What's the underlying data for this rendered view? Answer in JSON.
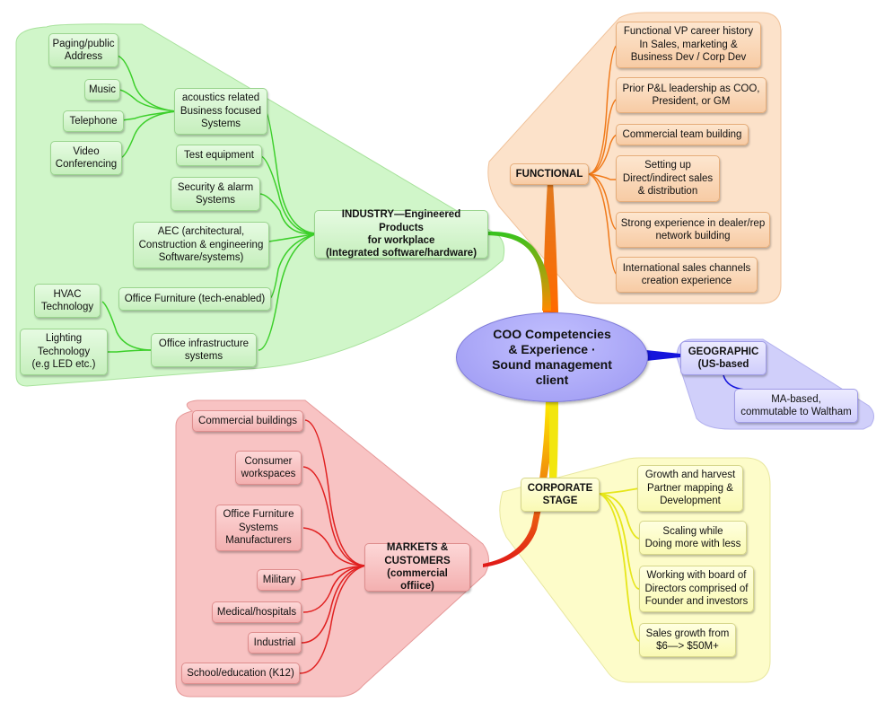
{
  "center": {
    "label": "COO Competencies\n& Experience ·\nSound management\nclient"
  },
  "industry": {
    "label": "INDUSTRY—Engineered Products\nfor workplace\n(Integrated software/hardware)",
    "acoustics": "acoustics related\nBusiness focused\nSystems",
    "paging": "Paging/public\nAddress",
    "music": "Music",
    "telephone": "Telephone",
    "video": "Video\nConferencing",
    "test_equipment": "Test equipment",
    "security": "Security & alarm\nSystems",
    "aec": "AEC (architectural,\nConstruction & engineering\nSoftware/systems)",
    "office_furniture": "Office Furniture (tech-enabled)",
    "office_infra": "Office infrastructure\nsystems",
    "hvac": "HVAC\nTechnology",
    "lighting": "Lighting\nTechnology\n(e.g LED etc.)"
  },
  "functional": {
    "label": "FUNCTIONAL",
    "items": [
      "Functional VP career history\nIn Sales, marketing &\nBusiness Dev / Corp Dev",
      "Prior P&L leadership as COO,\nPresident, or GM",
      "Commercial team building",
      "Setting up\nDirect/indirect sales\n& distribution",
      "Strong experience in dealer/rep\nnetwork building",
      "International sales channels\ncreation experience"
    ]
  },
  "geographic": {
    "label": "GEOGRAPHIC\n(US-based",
    "item": "MA-based,\ncommutable to Waltham"
  },
  "corporate": {
    "label": "CORPORATE\nSTAGE",
    "items": [
      "Growth and harvest\nPartner mapping &\nDevelopment",
      "Scaling while\nDoing more with less",
      "Working with board of\nDirectors comprised of\nFounder and investors",
      "Sales growth from\n$6—> $50M+"
    ]
  },
  "markets": {
    "label": "MARKETS &\nCUSTOMERS\n(commercial offiice)",
    "items": [
      "Commercial buildings",
      "Consumer\nworkspaces",
      "Office Furniture\nSystems\nManufacturers",
      "Military",
      "Medical/hospitals",
      "Industrial",
      "School/education (K12)"
    ]
  },
  "colors": {
    "industry": "#3ccf2a",
    "functional": "#f07a1a",
    "geographic": "#1010e0",
    "corporate": "#e6e61a",
    "markets": "#e02020"
  }
}
